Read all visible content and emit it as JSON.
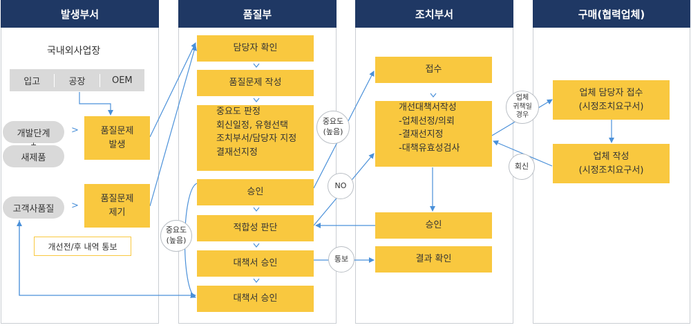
{
  "columns": [
    "발생부서",
    "품질부",
    "조치부서",
    "구매(협력업체)"
  ],
  "origin": {
    "title": "국내외사업장",
    "tabs": [
      "입고",
      "공장",
      "OEM"
    ],
    "dev_stage": "개발단계",
    "plus": "+",
    "new_product": "새제품",
    "customer_quality": "고객사품질",
    "arrow_glyph": ">",
    "occur_box": [
      "품질문제",
      "발생"
    ],
    "raise_box": [
      "품질문제",
      "제기"
    ],
    "notice": "개선전/후 내역 통보"
  },
  "quality": {
    "confirm": "담당자 확인",
    "write": "품질문제 작성",
    "judge_lines": [
      "중요도 판정",
      "회신일정, 유형선택",
      "조치부서/담당자 지정",
      "결재선지정"
    ],
    "approve": "승인",
    "fitness": "적합성 판단",
    "plan_approve": "대책서 승인",
    "plan_approve2": "대책서 승인"
  },
  "action": {
    "receive": "접수",
    "plan_lines": [
      "개선대책서작성",
      "-업체선정/의뢰",
      "-결재선지정",
      "-대책유효성검사"
    ],
    "approve": "승인",
    "result": "결과 확인"
  },
  "purchase": {
    "receive_lines": [
      "업체 담당자 접수",
      "(시정조치요구서)"
    ],
    "write_lines": [
      "업체 작성",
      "(시정조치요구서)"
    ]
  },
  "circles": {
    "importance_high": [
      "중요도",
      "(높음)"
    ],
    "no": "NO",
    "notify": "통보",
    "importance_high_left": [
      "중요도",
      "(높음)"
    ],
    "vendor_case": [
      "업체",
      "귀책일",
      "경우"
    ],
    "reply": "회신"
  },
  "colors": {
    "header": "#1f3864",
    "box": "#f9c83f",
    "arrow": "#4a90d9",
    "pill": "#d9d9d9"
  }
}
